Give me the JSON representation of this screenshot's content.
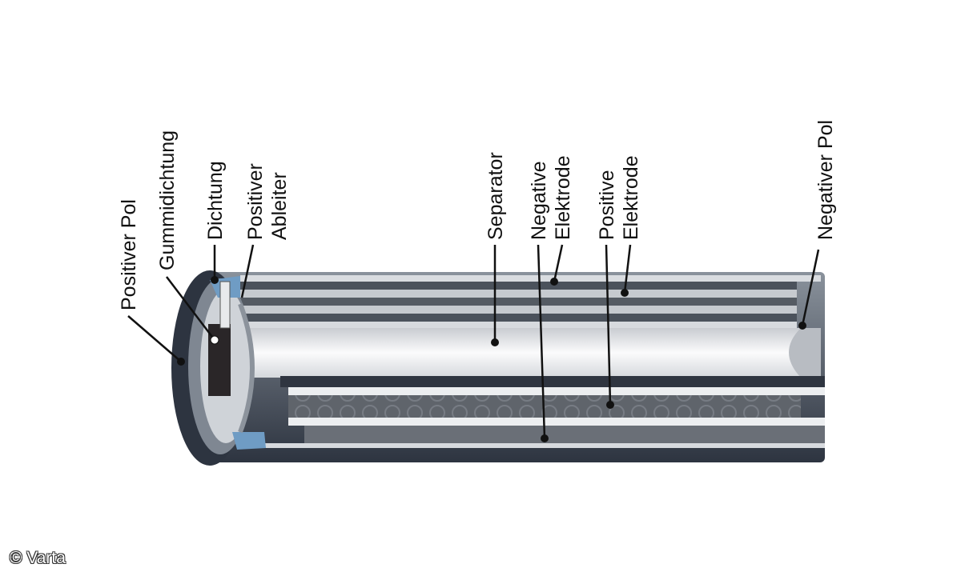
{
  "labels": {
    "positiver_pol": "Positiver Pol",
    "gummidichtung": "Gummidichtung",
    "dichtung": "Dichtung",
    "positiver_ableiter_1": "Positiver",
    "positiver_ableiter_2": "Ableiter",
    "separator": "Separator",
    "negative_elektrode_1": "Negative",
    "negative_elektrode_2": "Elektrode",
    "positive_elektrode_1": "Positive",
    "positive_elektrode_2": "Elektrode",
    "negativer_pol": "Negativer Pol"
  },
  "credit": "© Varta",
  "colors": {
    "shell": "#3c4654",
    "seal": "#6f9cc4",
    "separator": "#eef0f2",
    "electrode": "#5a5f66"
  }
}
